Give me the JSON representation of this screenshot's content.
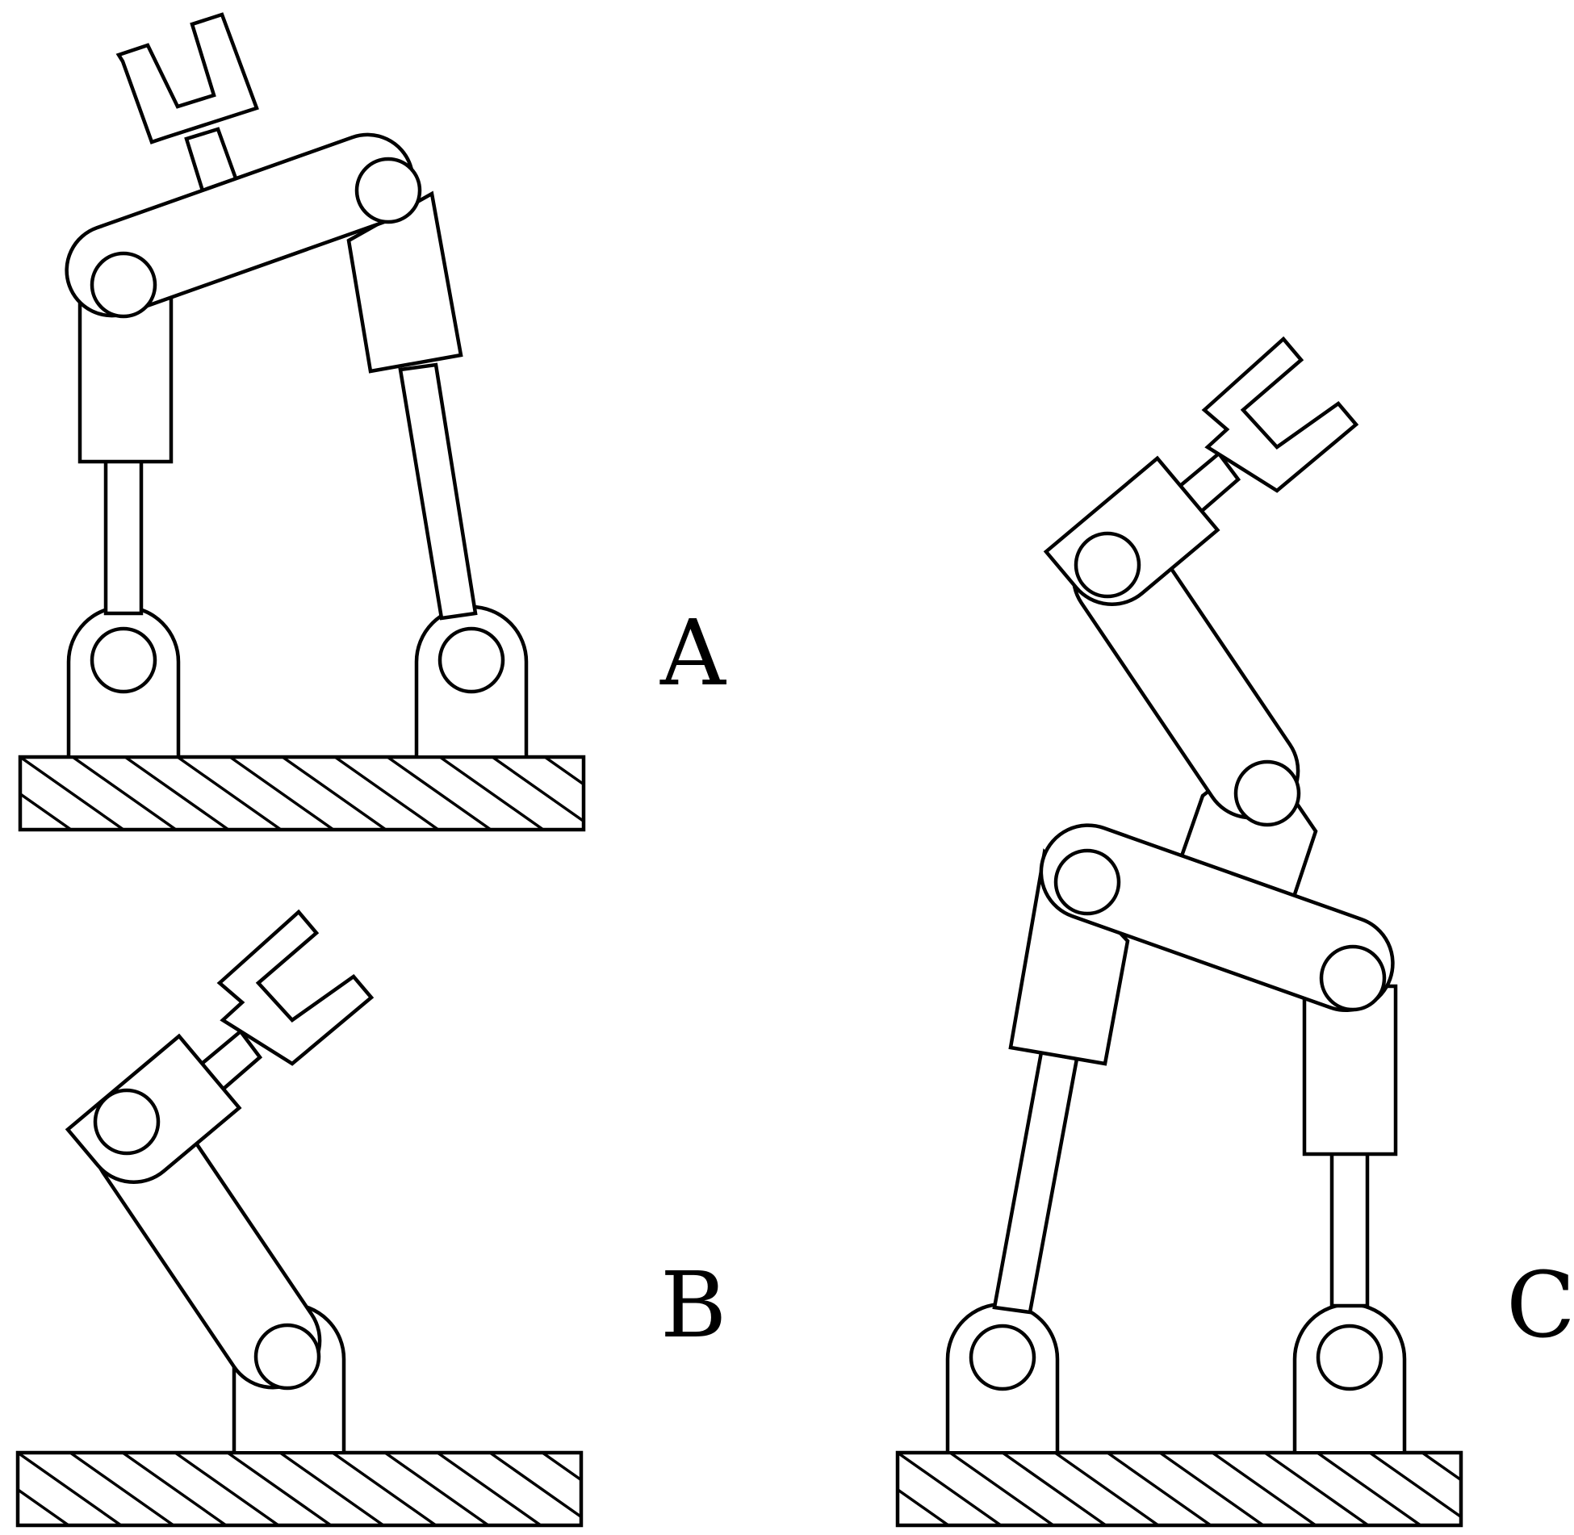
{
  "figure": {
    "labels": {
      "a": "A",
      "b": "B",
      "c": "C"
    },
    "line_color": "#000000",
    "background": "#ffffff"
  }
}
